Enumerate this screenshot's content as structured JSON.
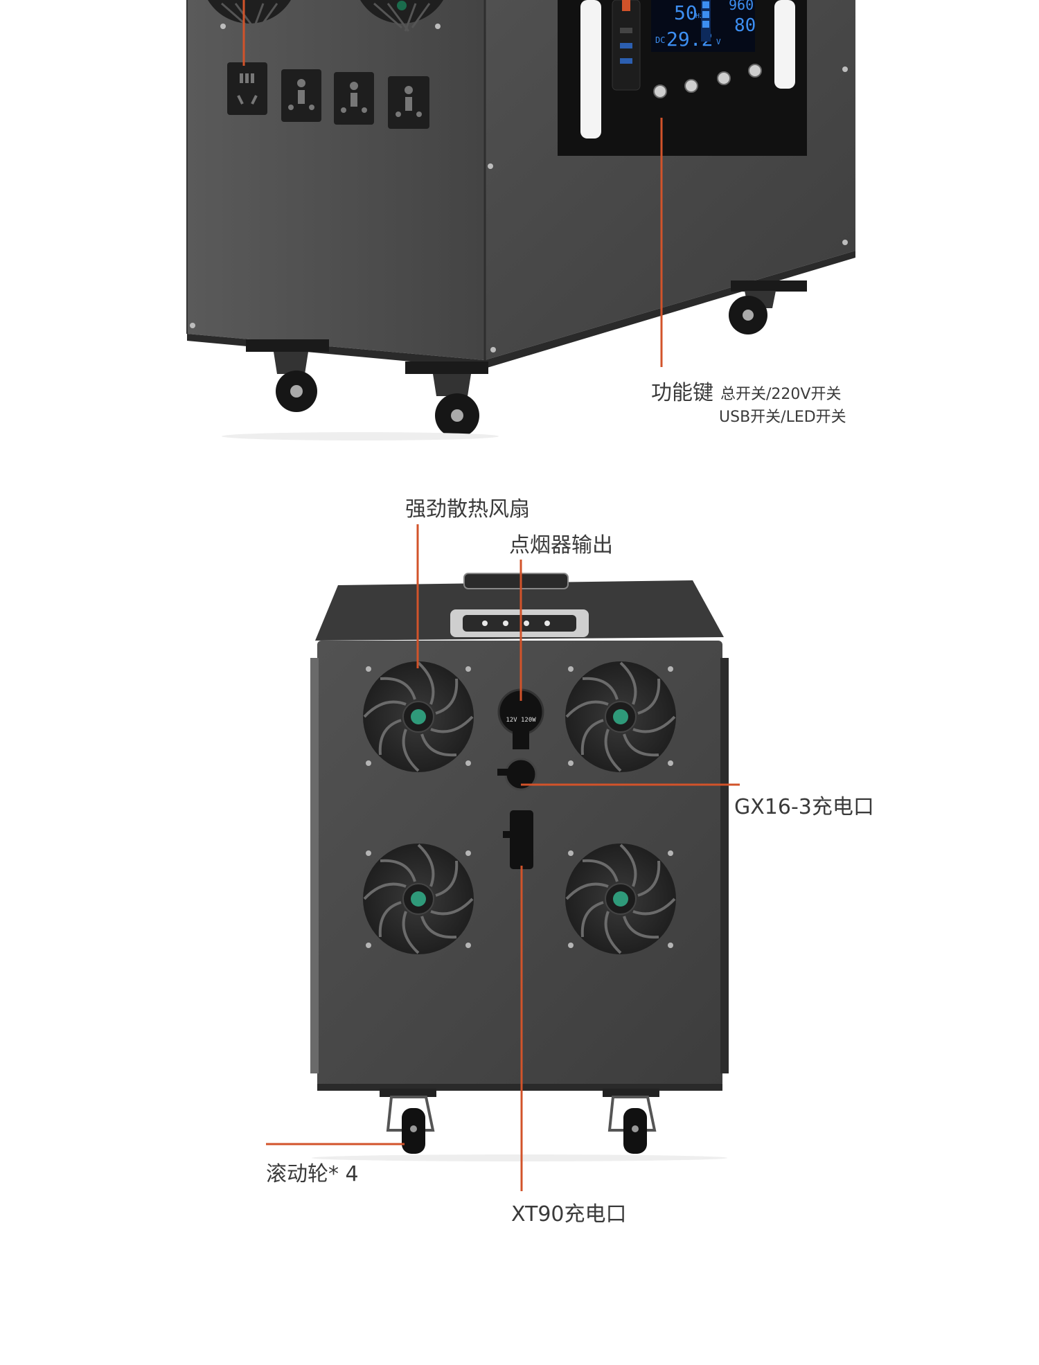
{
  "top_unit": {
    "display": {
      "freq_value": "50",
      "freq_unit": "Hz",
      "voltage_label": "DC",
      "voltage_value": "29.2",
      "voltage_unit": "V",
      "right_top_value": "960",
      "right_bottom_value": "80"
    },
    "callout_function_keys": {
      "title": "功能键",
      "line1": "总开关/220V开关",
      "line2": "USB开关/LED开关"
    }
  },
  "rear_unit": {
    "callouts": {
      "fan": "强劲散热风扇",
      "cigarette": "点烟器输出",
      "gx16": "GX16-3充电口",
      "wheels": "滚动轮* 4",
      "xt90": "XT90充电口"
    },
    "socket_text": "12V 120W"
  },
  "colors": {
    "accent": "#d2532a",
    "body_dark": "#4a4a4a",
    "panel_black": "#111111",
    "lcd_blue": "#3d8ff2"
  }
}
